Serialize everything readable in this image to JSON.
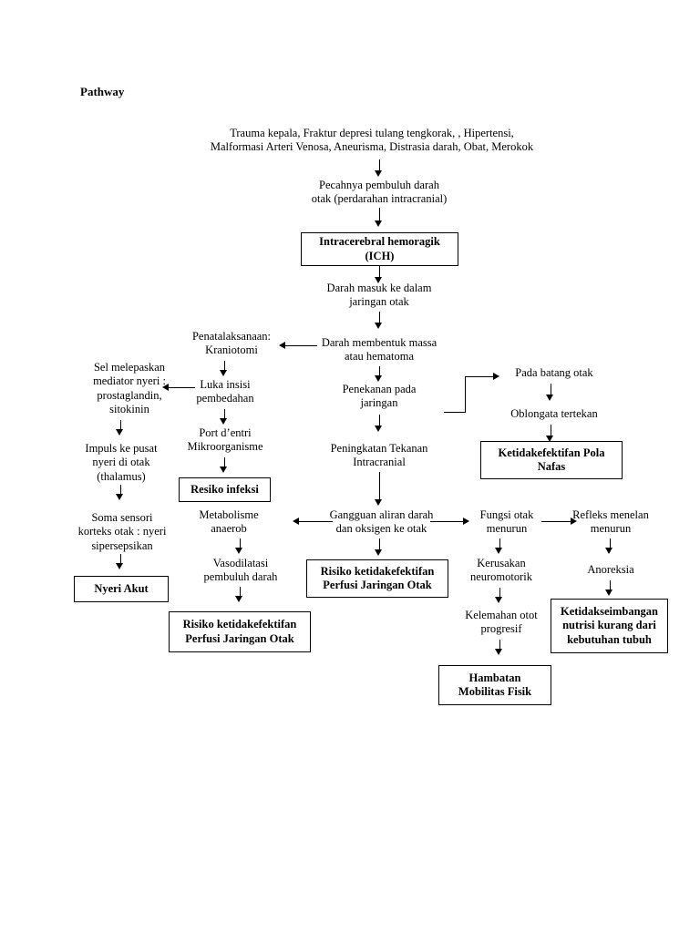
{
  "document": {
    "title": "Pathway"
  },
  "nodes": {
    "causes": "Trauma kepala, Fraktur depresi tulang tengkorak, , Hipertensi,\nMalformasi Arteri Venosa, Aneurisma, Distrasia darah, Obat, Merokok",
    "rupture": "Pecahnya pembuluh darah\notak (perdarahan intracranial)",
    "ich": "Intracerebral hemoragik\n(ICH)",
    "blood_enters": "Darah masuk ke dalam\njaringan otak",
    "hematoma": "Darah membentuk massa\natau hematoma",
    "tissue_pressure": "Penekanan pada\njaringan",
    "icp_increase": "Peningkatan Tekanan\nIntracranial",
    "blood_flow_disorder": "Gangguan aliran darah\ndan oksigen ke otak",
    "management": "Penatalaksanaan:\nKraniotomi",
    "incision_wound": "Luka insisi\npembedahan",
    "port_dentri": "Port d’entri\nMikroorganisme",
    "risk_infection": "Resiko infeksi",
    "mediator_release": "Sel melepaskan\nmediator nyeri :\nprostaglandin,\nsitokinin",
    "impulse_center": "Impuls ke pusat\nnyeri di otak\n(thalamus)",
    "soma_sensory": "Soma sensori\nkorteks otak : nyeri\nsipersepsikan",
    "acute_pain": "Nyeri Akut",
    "anaerobic_metabolism": "Metabolisme\nanaerob",
    "vasodilation": "Vasodilatasi\npembuluh darah",
    "perfusion_risk_left": "Risiko ketidakefektifan\nPerfusi Jaringan Otak",
    "perfusion_risk_center": "Risiko ketidakefektifan\nPerfusi Jaringan Otak",
    "brainstem": "Pada batang otak",
    "medulla_compressed": "Oblongata tertekan",
    "breathing_pattern": "Ketidakefektifan Pola\nNafas",
    "brain_function_decrease": "Fungsi otak\nmenurun",
    "neuromotor_damage": "Kerusakan\nneuromotorik",
    "muscle_weakness": "Kelemahan otot\nprogresif",
    "mobility_barrier": "Hambatan\nMobilitas Fisik",
    "swallow_reflex": "Refleks menelan\nmenurun",
    "anorexia": "Anoreksia",
    "nutrition_imbalance": "Ketidakseimbangan\nnutrisi kurang dari\nkebutuhan tubuh"
  },
  "colors": {
    "ink": "#000000",
    "paper": "#ffffff"
  }
}
